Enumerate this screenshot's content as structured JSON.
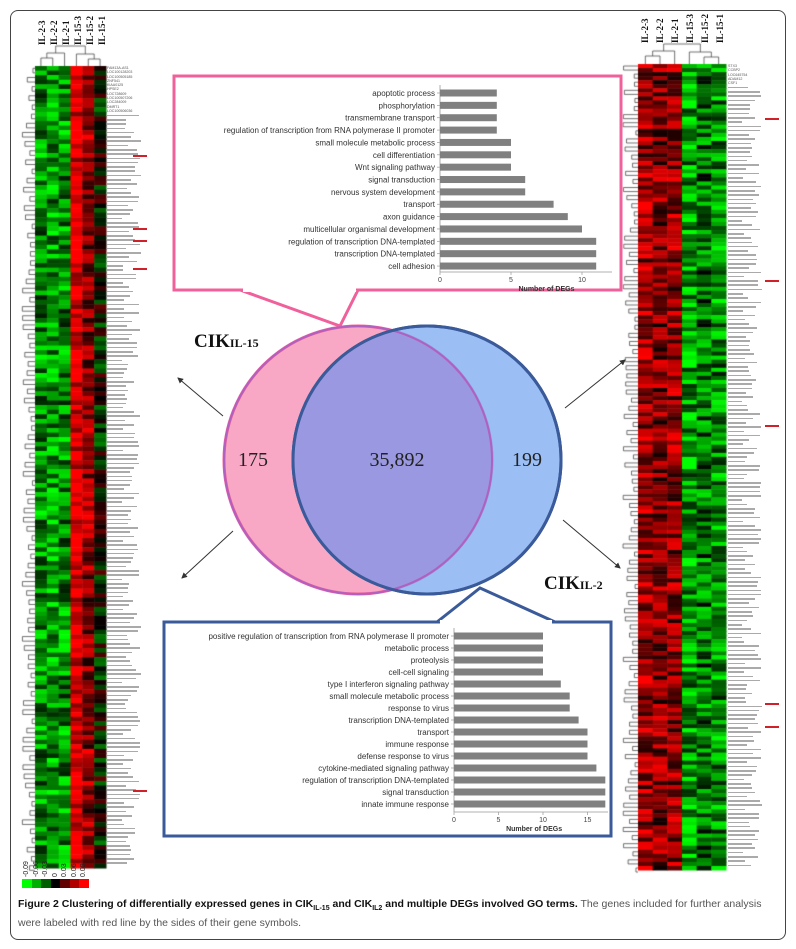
{
  "heatmap_left": {
    "columns": [
      "IL-2-3",
      "IL-2-2",
      "IL-2-1",
      "IL-15-3",
      "IL-15-2",
      "IL-15-1"
    ],
    "genes_legible": [
      "FAM13A-AS1",
      "LOC100128203",
      "LOC100505185",
      "ZNF541",
      "KIAA0125",
      "HPSE2",
      "LOC728609",
      "LOC100507206",
      "LOC284009",
      "DMRT1",
      "LOC100506036"
    ]
  },
  "heatmap_right": {
    "columns": [
      "IL-2-3",
      "IL-2-2",
      "IL-2-1",
      "IL-15-3",
      "IL-15-2",
      "IL-15-1"
    ],
    "genes_legible": [
      "STX3",
      "CCBP2",
      "LOC645754",
      "ADAM12",
      "CSF1"
    ]
  },
  "colorbar": {
    "labels": [
      "-0.09",
      "-0.06",
      "-0.03",
      "0",
      "0.03",
      "0.06",
      "0.09"
    ],
    "colors": [
      "#00ff00",
      "#00b000",
      "#006000",
      "#000000",
      "#600000",
      "#b00000",
      "#ff0000"
    ]
  },
  "venn": {
    "set_a_label": "CIK",
    "set_a_sub": "IL-15",
    "set_b_label": "CIK",
    "set_b_sub": "IL-2",
    "only_a": "175",
    "both": "35,892",
    "only_b": "199",
    "color_a": "#f0609a",
    "color_b": "#3a5a9a"
  },
  "chart_data": [
    {
      "type": "bar",
      "orientation": "horizontal",
      "title": "",
      "xlabel": "Number of DEGs",
      "ylabel": "",
      "xlim": [
        0,
        12
      ],
      "xticks": [
        "0",
        "5",
        "10"
      ],
      "categories": [
        "apoptotic process",
        "phosphorylation",
        "transmembrane transport",
        "regulation of transcription from RNA polymerase II promoter",
        "small molecule metabolic process",
        "cell differentiation",
        "Wnt signaling pathway",
        "signal transduction",
        "nervous system development",
        "transport",
        "axon guidance",
        "multicellular organismal development",
        "regulation of transcription DNA-templated",
        "transcription DNA-templated",
        "cell adhesion"
      ],
      "values": [
        4,
        4,
        4,
        4,
        5,
        5,
        5,
        6,
        6,
        8,
        9,
        10,
        11,
        11,
        11
      ]
    },
    {
      "type": "bar",
      "orientation": "horizontal",
      "title": "",
      "xlabel": "Number of DEGs",
      "ylabel": "",
      "xlim": [
        0,
        17.5
      ],
      "xticks": [
        "0",
        "5",
        "10",
        "15"
      ],
      "categories": [
        "positive regulation of transcription from RNA polymerase II promoter",
        "metabolic process",
        "proteolysis",
        "cell-cell signaling",
        "type I interferon signaling pathway",
        "small molecule metabolic process",
        "response to virus",
        "transcription DNA-templated",
        "transport",
        "immune response",
        "defense response to virus",
        "cytokine-mediated signaling pathway",
        "regulation of transcription DNA-templated",
        "signal transduction",
        "innate immune response"
      ],
      "values": [
        10,
        10,
        10,
        10,
        12,
        13,
        13,
        14,
        15,
        15,
        15,
        16,
        17,
        17,
        17
      ]
    }
  ],
  "caption": {
    "label": "Figure 2",
    "title_a": "Clustering of differentially expressed genes in CIK",
    "sub_a": "IL-15",
    "title_b": " and CIK",
    "sub_b": "IL2",
    "title_c": " and multiple DEGs involved GO terms.",
    "body": " The genes included for further analysis were labeled with red line by the sides of their gene symbols."
  }
}
